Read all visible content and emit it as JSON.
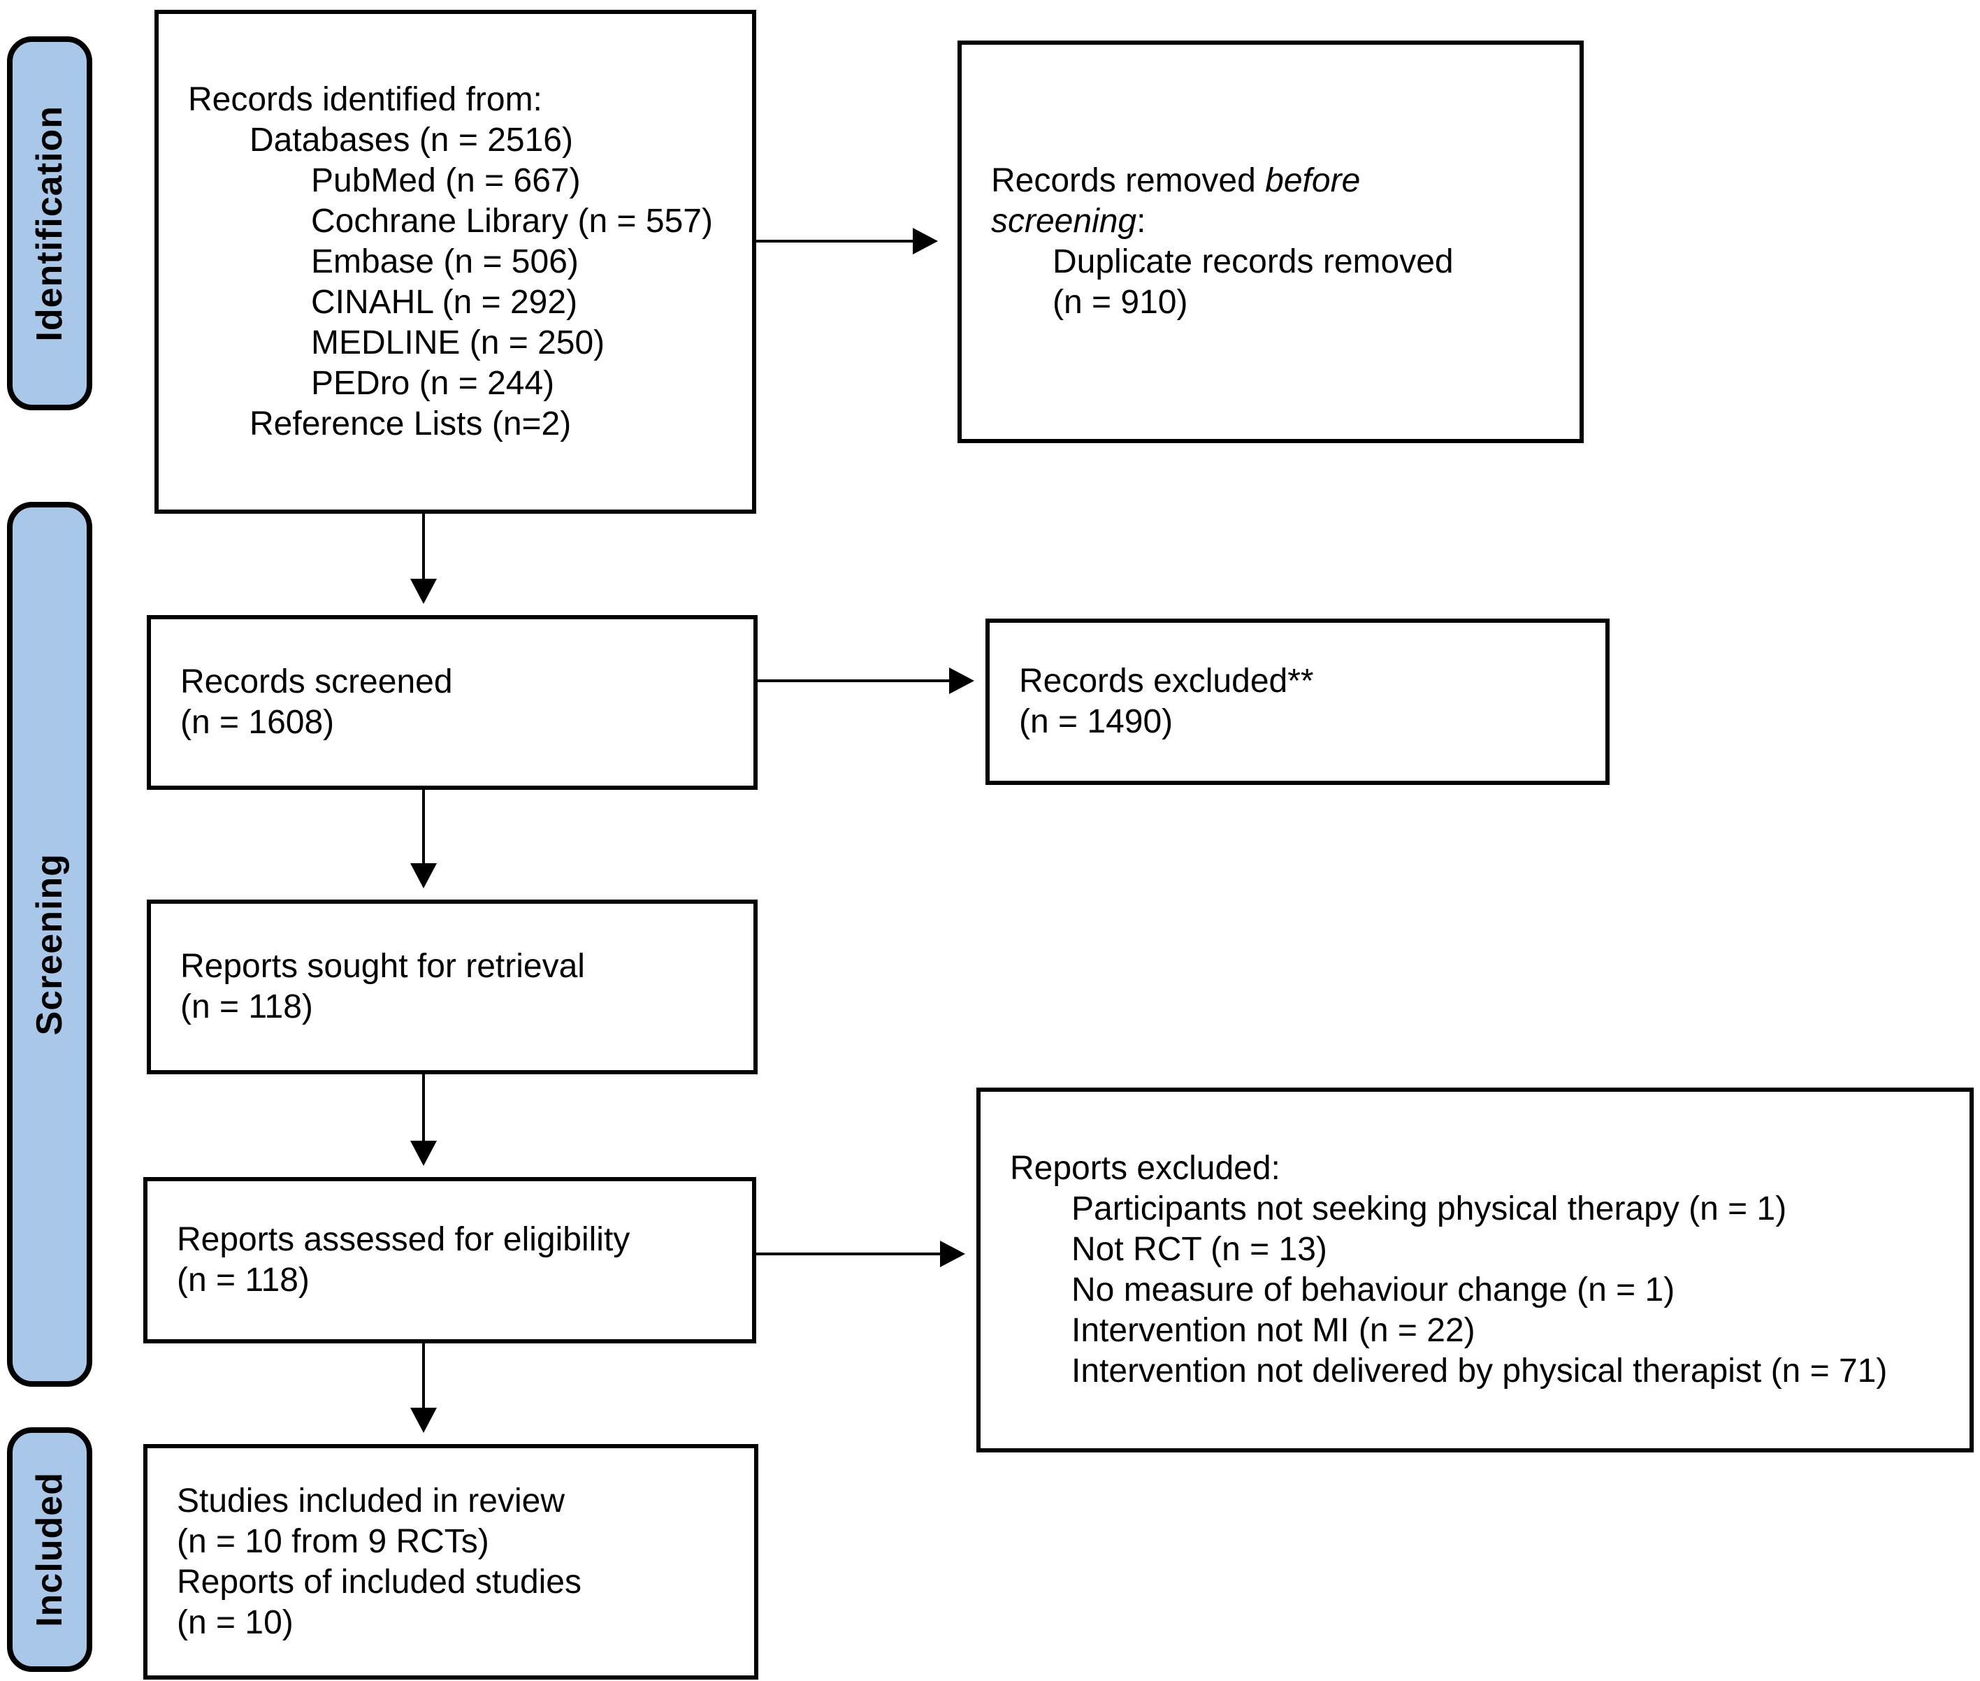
{
  "diagram": {
    "colors": {
      "stage_fill": "#A9C8E9",
      "line_color": "#000000",
      "box_background": "#FFFFFF",
      "text_color": "#000000"
    },
    "stages": [
      {
        "id": "identification",
        "label": "Identification"
      },
      {
        "id": "screening",
        "label": "Screening"
      },
      {
        "id": "included",
        "label": "Included"
      }
    ],
    "boxes": {
      "records_identified": {
        "lines": [
          {
            "indent": 0,
            "parts": [
              {
                "text": "Records identified from:"
              }
            ]
          },
          {
            "indent": 1,
            "parts": [
              {
                "text": "Databases (n = 2516)"
              }
            ]
          },
          {
            "indent": 2,
            "parts": [
              {
                "text": "PubMed (n = 667)"
              }
            ]
          },
          {
            "indent": 2,
            "parts": [
              {
                "text": "Cochrane Library (n = 557)"
              }
            ]
          },
          {
            "indent": 2,
            "parts": [
              {
                "text": "Embase (n = 506)"
              }
            ]
          },
          {
            "indent": 2,
            "parts": [
              {
                "text": "CINAHL (n = 292)"
              }
            ]
          },
          {
            "indent": 2,
            "parts": [
              {
                "text": "MEDLINE (n = 250)"
              }
            ]
          },
          {
            "indent": 2,
            "parts": [
              {
                "text": "PEDro (n = 244)"
              }
            ]
          },
          {
            "indent": 1,
            "parts": [
              {
                "text": "Reference Lists (n=2)"
              }
            ]
          }
        ]
      },
      "records_removed": {
        "lines": [
          {
            "indent": 0,
            "parts": [
              {
                "text": "Records removed "
              },
              {
                "text": "before",
                "italic": true
              }
            ]
          },
          {
            "indent": 0,
            "parts": [
              {
                "text": "screening",
                "italic": true
              },
              {
                "text": ":"
              }
            ]
          },
          {
            "indent": 1,
            "parts": [
              {
                "text": "Duplicate records removed"
              }
            ]
          },
          {
            "indent": 1,
            "parts": [
              {
                "text": "(n = 910)"
              }
            ]
          }
        ]
      },
      "records_screened": {
        "lines": [
          {
            "indent": 0,
            "parts": [
              {
                "text": "Records screened"
              }
            ]
          },
          {
            "indent": 0,
            "parts": [
              {
                "text": "(n = 1608)"
              }
            ]
          }
        ]
      },
      "records_excluded": {
        "lines": [
          {
            "indent": 0,
            "parts": [
              {
                "text": "Records excluded**"
              }
            ]
          },
          {
            "indent": 0,
            "parts": [
              {
                "text": "(n = 1490)"
              }
            ]
          }
        ]
      },
      "reports_sought": {
        "lines": [
          {
            "indent": 0,
            "parts": [
              {
                "text": "Reports sought for retrieval"
              }
            ]
          },
          {
            "indent": 0,
            "parts": [
              {
                "text": "(n = 118)"
              }
            ]
          }
        ]
      },
      "reports_assessed": {
        "lines": [
          {
            "indent": 0,
            "parts": [
              {
                "text": "Reports assessed for eligibility"
              }
            ]
          },
          {
            "indent": 0,
            "parts": [
              {
                "text": "(n = 118)"
              }
            ]
          }
        ]
      },
      "reports_excluded": {
        "lines": [
          {
            "indent": 0,
            "parts": [
              {
                "text": "Reports excluded:"
              }
            ]
          },
          {
            "indent": 1,
            "parts": [
              {
                "text": "Participants not seeking physical therapy (n = 1)"
              }
            ]
          },
          {
            "indent": 1,
            "parts": [
              {
                "text": "Not RCT (n = 13)"
              }
            ]
          },
          {
            "indent": 1,
            "parts": [
              {
                "text": "No measure of behaviour change (n = 1)"
              }
            ]
          },
          {
            "indent": 1,
            "parts": [
              {
                "text": "Intervention not MI (n = 22)"
              }
            ]
          },
          {
            "indent": 1,
            "parts": [
              {
                "text": "Intervention not delivered by physical therapist (n = 71)"
              }
            ]
          }
        ]
      },
      "studies_included": {
        "lines": [
          {
            "indent": 0,
            "parts": [
              {
                "text": "Studies included in review"
              }
            ]
          },
          {
            "indent": 0,
            "parts": [
              {
                "text": "(n = 10 from 9 RCTs)"
              }
            ]
          },
          {
            "indent": 0,
            "parts": [
              {
                "text": "Reports of included studies"
              }
            ]
          },
          {
            "indent": 0,
            "parts": [
              {
                "text": "(n = 10)"
              }
            ]
          }
        ]
      }
    }
  }
}
